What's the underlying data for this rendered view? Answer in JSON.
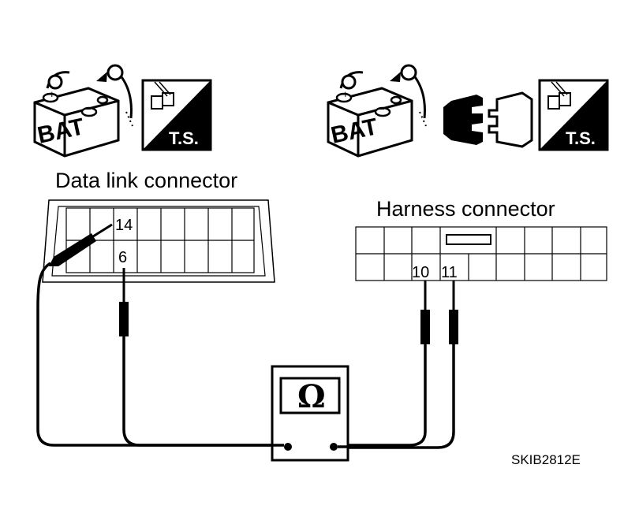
{
  "labels": {
    "data_link_connector": "Data link connector",
    "harness_connector": "Harness connector",
    "figure_id": "SKIB2812E"
  },
  "battery": {
    "label": "BAT"
  },
  "test_symbol": {
    "label": "T.S."
  },
  "ohmmeter": {
    "symbol": "Ω"
  },
  "data_link_pins": {
    "top": "14",
    "bottom": "6"
  },
  "harness_pins": {
    "left": "10",
    "right": "11"
  },
  "icons": [
    "battery-disconnect-icon",
    "connector-disconnect-icon",
    "test-symbol-icon",
    "ohmmeter-icon"
  ]
}
